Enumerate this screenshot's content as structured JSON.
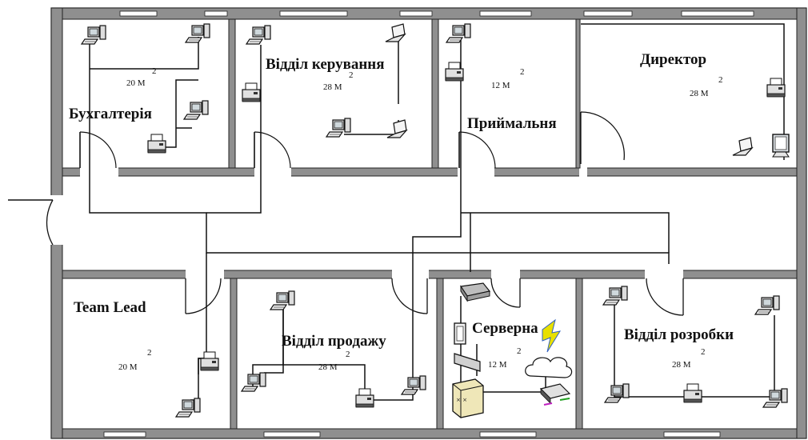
{
  "rooms": [
    {
      "id": "accounting",
      "title": "Бухгалтерія",
      "area": "20 M",
      "area_sup": "2"
    },
    {
      "id": "management",
      "title": "Відділ керування",
      "area": "28 M",
      "area_sup": "2"
    },
    {
      "id": "reception",
      "title": "Приймальня",
      "area": "12 M",
      "area_sup": "2"
    },
    {
      "id": "director",
      "title": "Директор",
      "area": "28 M",
      "area_sup": "2"
    },
    {
      "id": "teamlead",
      "title": "Team Lead",
      "area": "20 M",
      "area_sup": "2"
    },
    {
      "id": "sales",
      "title": "Відділ продажу",
      "area": "28 M",
      "area_sup": "2"
    },
    {
      "id": "server",
      "title": "Серверна",
      "area": "12 M",
      "area_sup": "2"
    },
    {
      "id": "development",
      "title": "Відділ розробки",
      "area": "28 M",
      "area_sup": "2"
    }
  ],
  "icons": {
    "workstation": "computer-workstation-icon",
    "laptop": "laptop-icon",
    "printer": "printer-icon",
    "monitor": "monitor-icon",
    "server": "server-tower-icon",
    "switch": "network-switch-icon",
    "cloud": "internet-cloud-icon",
    "lightning": "lightning-bolt-icon",
    "router": "router-icon",
    "rack": "rack-panel-icon"
  },
  "colors": {
    "wall": "#8f8f8f",
    "wall_border": "#222222",
    "cable": "#111111",
    "lightning": "#e8e000",
    "lightning_stroke": "#3060c0"
  }
}
